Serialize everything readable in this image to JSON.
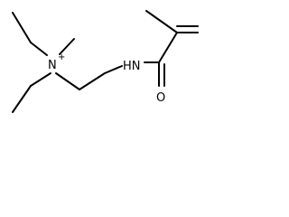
{
  "molecule": {
    "atoms": {
      "nitrogen_plus": "N",
      "nitrogen_plus_charge": "+",
      "amide_nh": "HN",
      "oxygen": "O"
    },
    "colors": {
      "bond": "#000000",
      "label": "#000000",
      "background": "#ffffff"
    }
  }
}
